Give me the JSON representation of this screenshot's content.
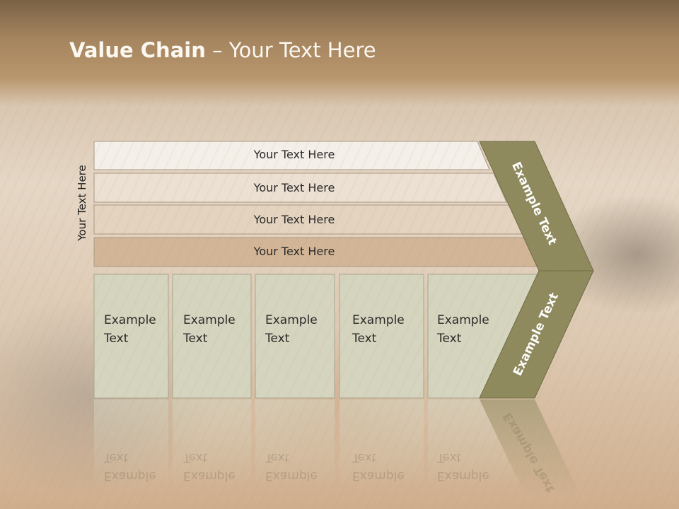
{
  "slide": {
    "title_bold": "Value Chain",
    "title_rest": " – Your Text Here",
    "side_label": "Your Text Here",
    "support_bars": [
      "Your Text Here",
      "Your Text Here",
      "Your Text Here",
      "Your Text Here"
    ],
    "primary_columns": [
      {
        "line1": "Example",
        "line2": "Text"
      },
      {
        "line1": "Example",
        "line2": "Text"
      },
      {
        "line1": "Example",
        "line2": "Text"
      },
      {
        "line1": "Example",
        "line2": "Text"
      },
      {
        "line1": "Example",
        "line2": "Text"
      }
    ],
    "chevron_top_label": "Example Text",
    "chevron_bottom_label": "Example Text"
  },
  "colors": {
    "bar1": "#f4efe8",
    "bar2": "#ece0d2",
    "bar3": "#e3d3bf",
    "bar4": "#d2b596",
    "column_fill": "#d5d4bf",
    "chevron_fill": "#8e8a5e",
    "title_text": "#fbf7f1"
  }
}
